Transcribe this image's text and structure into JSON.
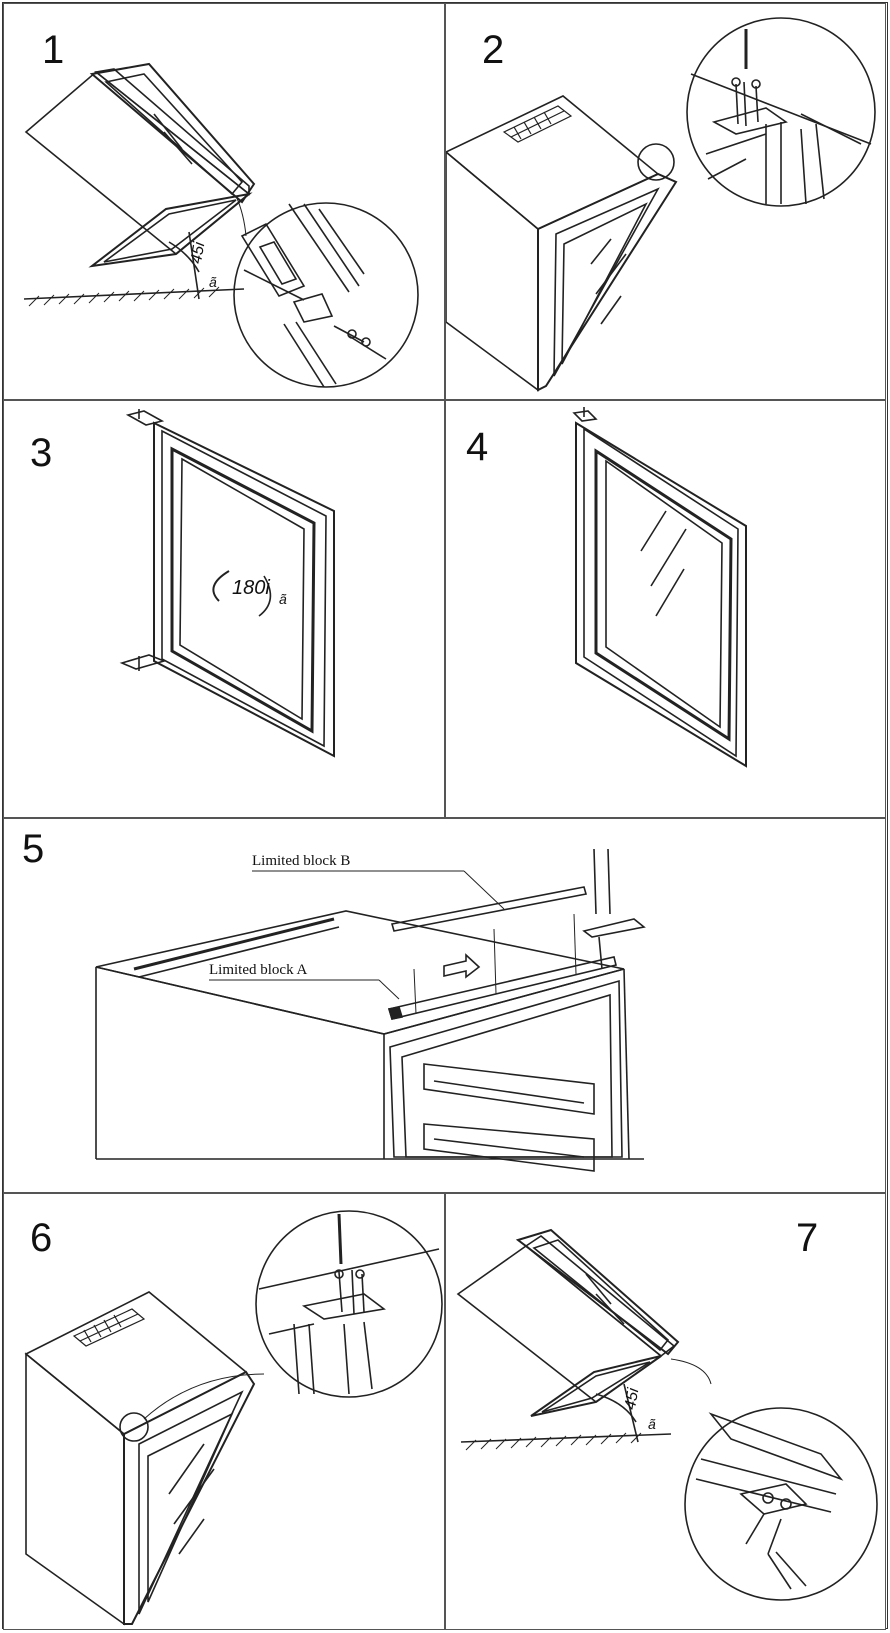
{
  "steps": {
    "s1": {
      "number": "1",
      "angle": "45i",
      "mark": "ã"
    },
    "s2": {
      "number": "2"
    },
    "s3": {
      "number": "3",
      "rotation": "180i",
      "mark": "ã"
    },
    "s4": {
      "number": "4"
    },
    "s5": {
      "number": "5",
      "label_b": "Limited block  B",
      "label_a": "Limited block  A"
    },
    "s6": {
      "number": "6"
    },
    "s7": {
      "number": "7",
      "angle": "45i",
      "mark": "ã"
    }
  },
  "colors": {
    "line": "#222222",
    "background": "#ffffff",
    "grid": "#555555"
  }
}
